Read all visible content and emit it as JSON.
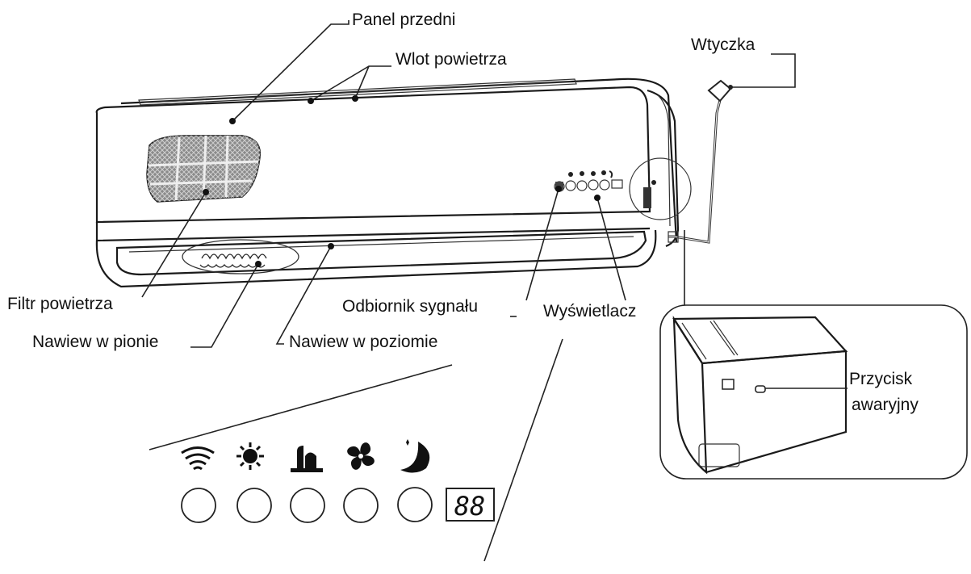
{
  "labels": {
    "front_panel": "Panel przedni",
    "air_inlet": "Wlot powietrza",
    "plug": "Wtyczka",
    "air_filter": "Filtr powietrza",
    "vertical_flow": "Nawiew w pionie",
    "horizontal_flow": "Nawiew w poziomie",
    "signal_receiver": "Odbiornik sygnału",
    "display": "Wyświetlacz",
    "emergency_line1": "Przycisk",
    "emergency_line2": "awaryjny"
  },
  "display_panel": {
    "digits": "88",
    "icons": [
      "wifi-signal-icon",
      "sun-icon",
      "dehumidify-icon",
      "fan-icon",
      "moon-icon"
    ],
    "indicator_count": 5
  }
}
